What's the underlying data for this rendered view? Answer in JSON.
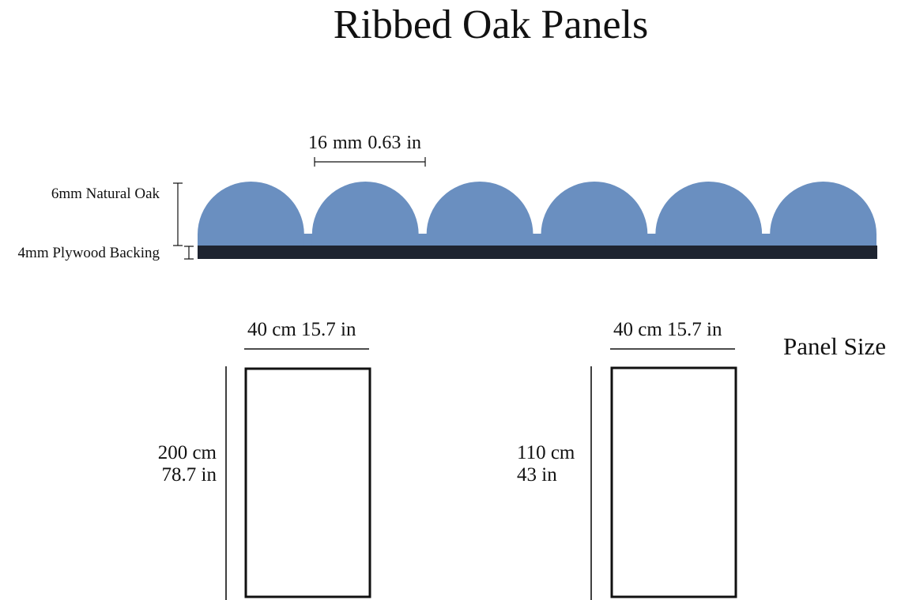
{
  "title": "Ribbed Oak Panels",
  "profile": {
    "rib_spacing_mm": "16 mm",
    "rib_spacing_in": "0.63 in",
    "oak_layer_label": "6mm Natural Oak",
    "backing_layer_label": "4mm Plywood Backing",
    "rib_count": 6
  },
  "panel_size_label": "Panel Size",
  "panels": [
    {
      "width_cm": "40 cm",
      "width_in": "15.7 in",
      "height_cm": "200 cm",
      "height_in": "78.7 in"
    },
    {
      "width_cm": "40 cm",
      "width_in": "15.7 in",
      "height_cm": "110 cm",
      "height_in": "43 in"
    }
  ],
  "colors": {
    "oak": "#6a8fc0",
    "backing": "#1e2430",
    "line": "#111111"
  }
}
